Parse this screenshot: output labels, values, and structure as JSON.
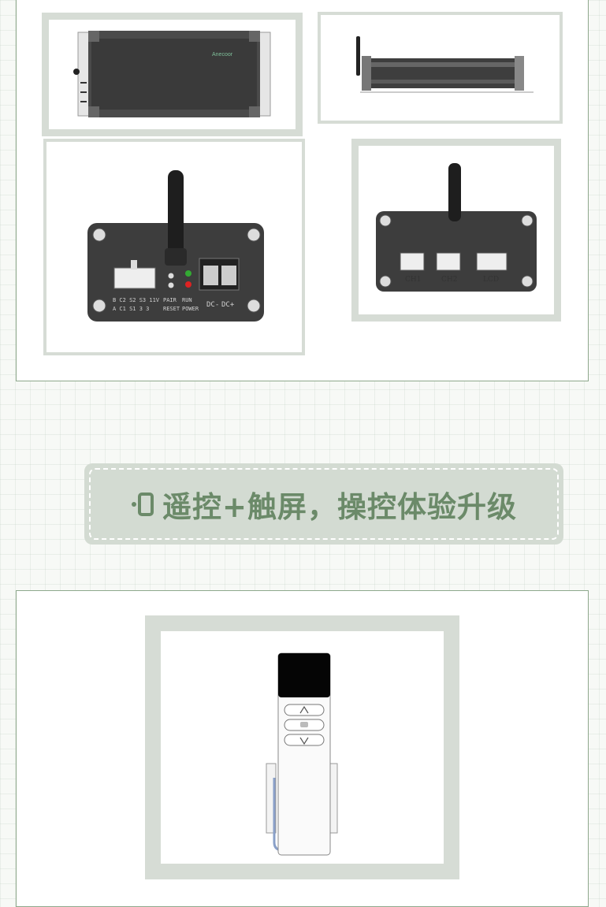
{
  "banner": {
    "title": "遥控+触屏，操控体验升级",
    "icon": "remote-control-icon"
  },
  "top_view": {
    "brand": "Anecoor"
  },
  "front_panel": {
    "pin_row_1": "B C2 S2 S3 11V",
    "pin_row_2": "A C1 S1 3  3",
    "led_label_top": "PAIR",
    "led_label_bottom": "RESET",
    "status_top": "RUN",
    "status_bottom": "POWER",
    "dc_minus": "DC-",
    "dc_plus": "DC+"
  },
  "back_panel": {
    "ch1": "CH1",
    "ch2": "CH2",
    "lcd": "LCD"
  },
  "colors": {
    "accent": "#6b8a69",
    "frame": "#d6dcd5",
    "panel_border": "#8ea88c"
  }
}
